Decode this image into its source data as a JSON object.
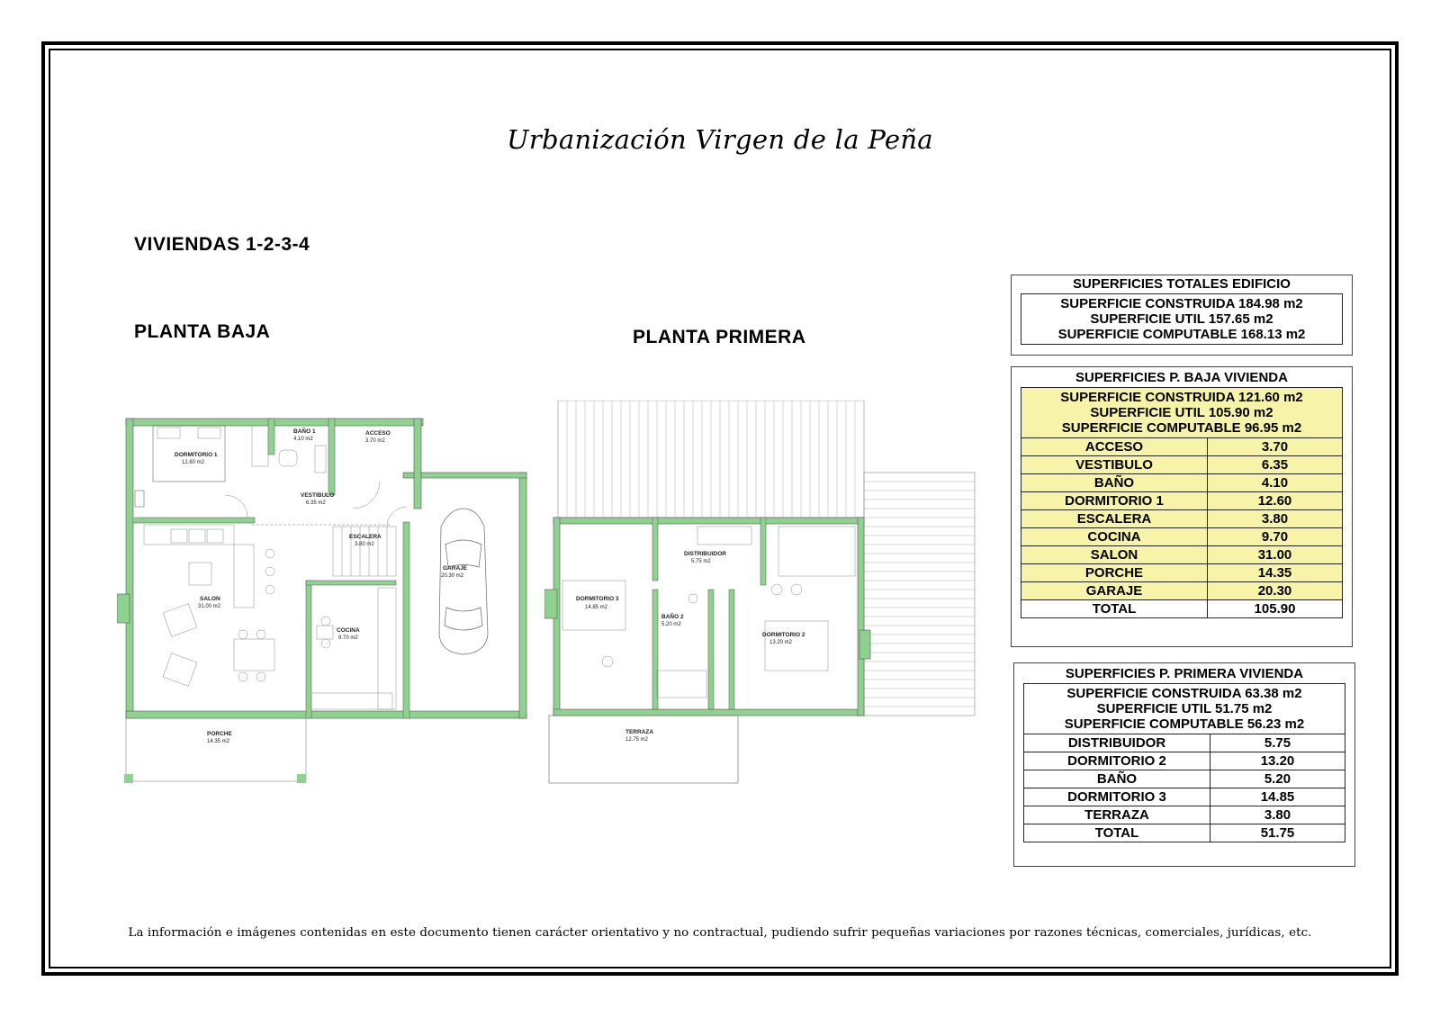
{
  "header": {
    "title": "Urbanización Virgen de la Peña"
  },
  "labels": {
    "viviendas": "VIVIENDAS 1-2-3-4",
    "planta_baja": "PLANTA BAJA",
    "planta_primera": "PLANTA PRIMERA"
  },
  "plan_baja": {
    "rooms": [
      {
        "name": "DORMITORIO 1",
        "area": "12.60 m2"
      },
      {
        "name": "BAÑO 1",
        "area": "4.10 m2"
      },
      {
        "name": "ACCESO",
        "area": "3.70 m2"
      },
      {
        "name": "VESTIBULO",
        "area": "6.35 m2"
      },
      {
        "name": "ESCALERA",
        "area": "3.80 m2"
      },
      {
        "name": "GARAJE",
        "area": "20.30 m2"
      },
      {
        "name": "SALON",
        "area": "31.00 m2"
      },
      {
        "name": "COCINA",
        "area": "9.70 m2"
      },
      {
        "name": "PORCHE",
        "area": "14.35 m2"
      }
    ]
  },
  "plan_primera": {
    "rooms": [
      {
        "name": "DISTRIBUIDOR",
        "area": "5.75 m2"
      },
      {
        "name": "DORMITORIO 3",
        "area": "14.85 m2"
      },
      {
        "name": "BAÑO 2",
        "area": "5.20 m2"
      },
      {
        "name": "DORMITORIO 2",
        "area": "13.20 m2"
      },
      {
        "name": "TERRAZA",
        "area": "12.75 m2"
      }
    ]
  },
  "colors": {
    "wall": "#8fd18f",
    "highlight": "#f7f3a8"
  },
  "tables": {
    "totales": {
      "title": "SUPERFICIES TOTALES EDIFICIO",
      "lines": [
        "SUPERFICIE CONSTRUIDA 184.98 m2",
        "SUPERFICIE UTIL 157.65 m2",
        "SUPERFICIE COMPUTABLE 168.13 m2"
      ]
    },
    "baja": {
      "title": "SUPERFICIES P. BAJA VIVIENDA",
      "lines": [
        "SUPERFICIE CONSTRUIDA 121.60 m2",
        "SUPERFICIE UTIL 105.90 m2",
        "SUPERFICIE COMPUTABLE 96.95 m2"
      ],
      "rows": [
        {
          "name": "ACCESO",
          "value": "3.70"
        },
        {
          "name": "VESTIBULO",
          "value": "6.35"
        },
        {
          "name": "BAÑO",
          "value": "4.10"
        },
        {
          "name": "DORMITORIO 1",
          "value": "12.60"
        },
        {
          "name": "ESCALERA",
          "value": "3.80"
        },
        {
          "name": "COCINA",
          "value": "9.70"
        },
        {
          "name": "SALON",
          "value": "31.00"
        },
        {
          "name": "PORCHE",
          "value": "14.35"
        },
        {
          "name": "GARAJE",
          "value": "20.30"
        }
      ],
      "total": {
        "name": "TOTAL",
        "value": "105.90"
      }
    },
    "primera": {
      "title": "SUPERFICIES P. PRIMERA VIVIENDA",
      "lines": [
        "SUPERFICIE CONSTRUIDA 63.38 m2",
        "SUPERFICIE UTIL 51.75 m2",
        "SUPERFICIE COMPUTABLE 56.23 m2"
      ],
      "rows": [
        {
          "name": "DISTRIBUIDOR",
          "value": "5.75"
        },
        {
          "name": "DORMITORIO 2",
          "value": "13.20"
        },
        {
          "name": "BAÑO",
          "value": "5.20"
        },
        {
          "name": "DORMITORIO 3",
          "value": "14.85"
        },
        {
          "name": "TERRAZA",
          "value": "3.80"
        }
      ],
      "total": {
        "name": "TOTAL",
        "value": "51.75"
      }
    }
  },
  "footer": {
    "disclaimer": "La información e imágenes contenidas en este documento tienen carácter orientativo y no contractual, pudiendo sufrir pequeñas variaciones por razones técnicas, comerciales, jurídicas, etc."
  }
}
